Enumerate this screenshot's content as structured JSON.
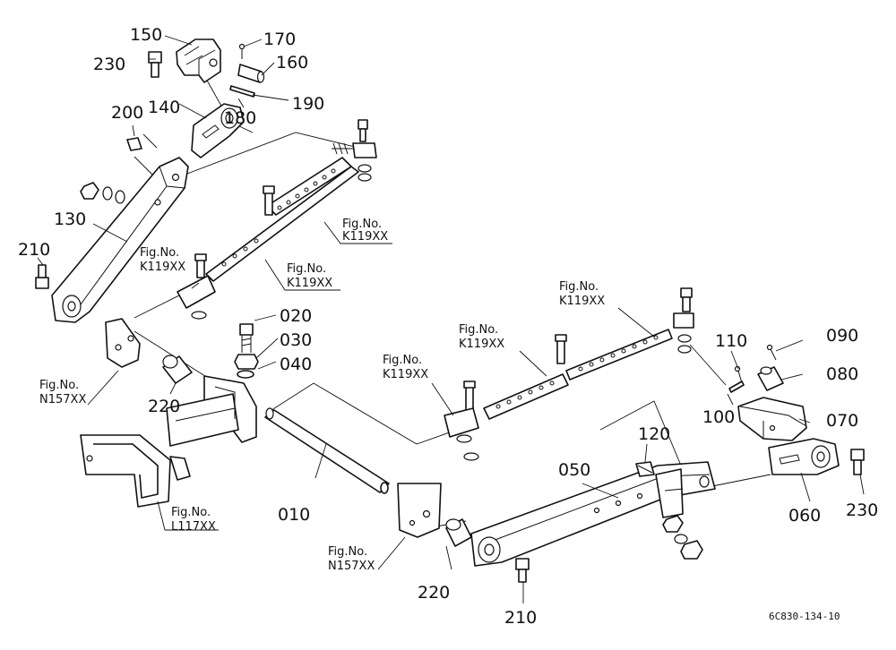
{
  "part_numbers": {
    "p150": "150",
    "p170": "170",
    "p230a": "230",
    "p160": "160",
    "p190": "190",
    "p140": "140",
    "p180": "180",
    "p200": "200",
    "p130": "130",
    "p210a": "210",
    "p020": "020",
    "p030": "030",
    "p040": "040",
    "p220a": "220",
    "p010": "010",
    "p220b": "220",
    "p050": "050",
    "p120": "120",
    "p110": "110",
    "p090": "090",
    "p080": "080",
    "p100": "100",
    "p070": "070",
    "p060": "060",
    "p230b": "230",
    "p210b": "210"
  },
  "fig_refs": {
    "label": "Fig.No.",
    "k119_1": "K119XX",
    "k119_2": "K119XX",
    "k119_3": "K119XX",
    "k119_4": "K119XX",
    "k119_5": "K119XX",
    "k119_6": "K119XX",
    "n157_1": "N157XX",
    "n157_2": "N157XX",
    "l117_1": "L117XX"
  },
  "drawing_code": "6C830-134-10"
}
